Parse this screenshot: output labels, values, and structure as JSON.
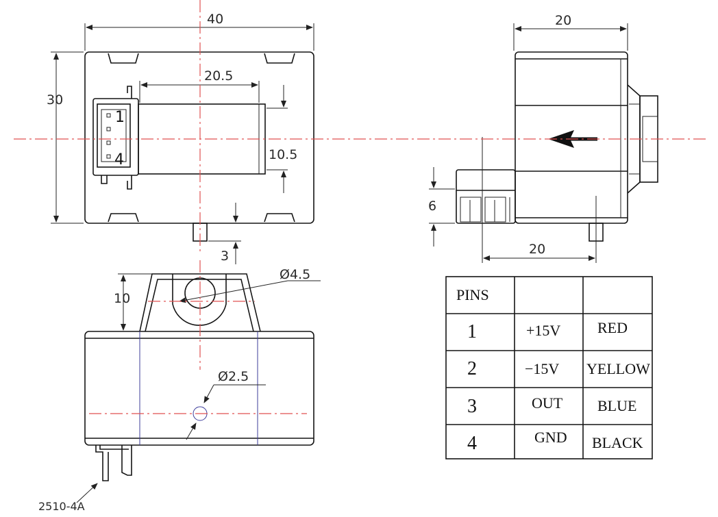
{
  "dimensions": {
    "width_top": "40",
    "height_top": "30",
    "window_width": "20.5",
    "window_height": "10.5",
    "pin_len": "3",
    "side_width": "20",
    "connector_height": "6",
    "side_bottom": "20",
    "tab_height": "10",
    "hole_dia": "Ø4.5",
    "pin_dia": "Ø2.5"
  },
  "connector": {
    "pin_first": "1",
    "pin_last": "4",
    "part_number": "2510-4A"
  },
  "pin_table": {
    "header": "PINS",
    "rows": [
      {
        "pin": "1",
        "signal": "+15V",
        "color": "RED"
      },
      {
        "pin": "2",
        "signal": "−15V",
        "color": "YELLOW"
      },
      {
        "pin": "3",
        "signal": "OUT",
        "color": "BLUE"
      },
      {
        "pin": "4",
        "signal": "GND",
        "color": "BLACK"
      }
    ]
  },
  "colors": {
    "outline": "#141414",
    "centerline": "#e05050",
    "hidden_line": "#3b3b9a"
  }
}
